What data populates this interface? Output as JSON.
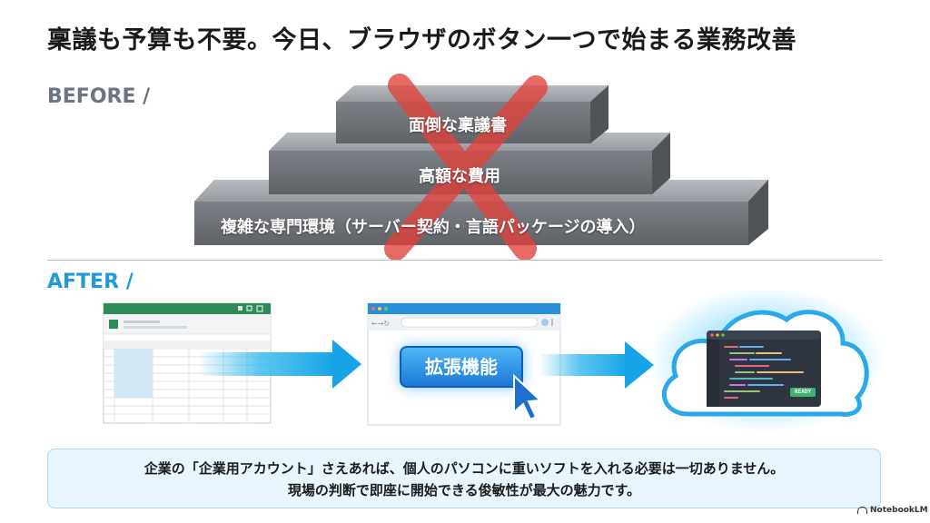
{
  "title": "稟議も予算も不要。今日、ブラウザのボタン一つで始まる業務改善",
  "before": {
    "label": "BEFORE /",
    "tiers": [
      "面倒な稟議書",
      "高額な費用",
      "複雑な専門環境（サーバー契約・言語パッケージの導入）"
    ],
    "crossed_out": true
  },
  "after": {
    "label": "AFTER /",
    "extension_button": "拡張機能",
    "ready_badge": "READY"
  },
  "note": {
    "line1": "企業の「企業用アカウント」さえあれば、個人のパソコンに重いソフトを入れる必要は一切ありません。",
    "line2": "現場の判断で即座に開始できる俊敏性が最大の魅力です。"
  },
  "brand": "NotebookLM",
  "colors": {
    "accent": "#1e9bd7",
    "before_label": "#6b7480",
    "tier_gray": "#6f7378",
    "cross_red": "#e2413b",
    "note_bg": "#e8f5fc"
  }
}
